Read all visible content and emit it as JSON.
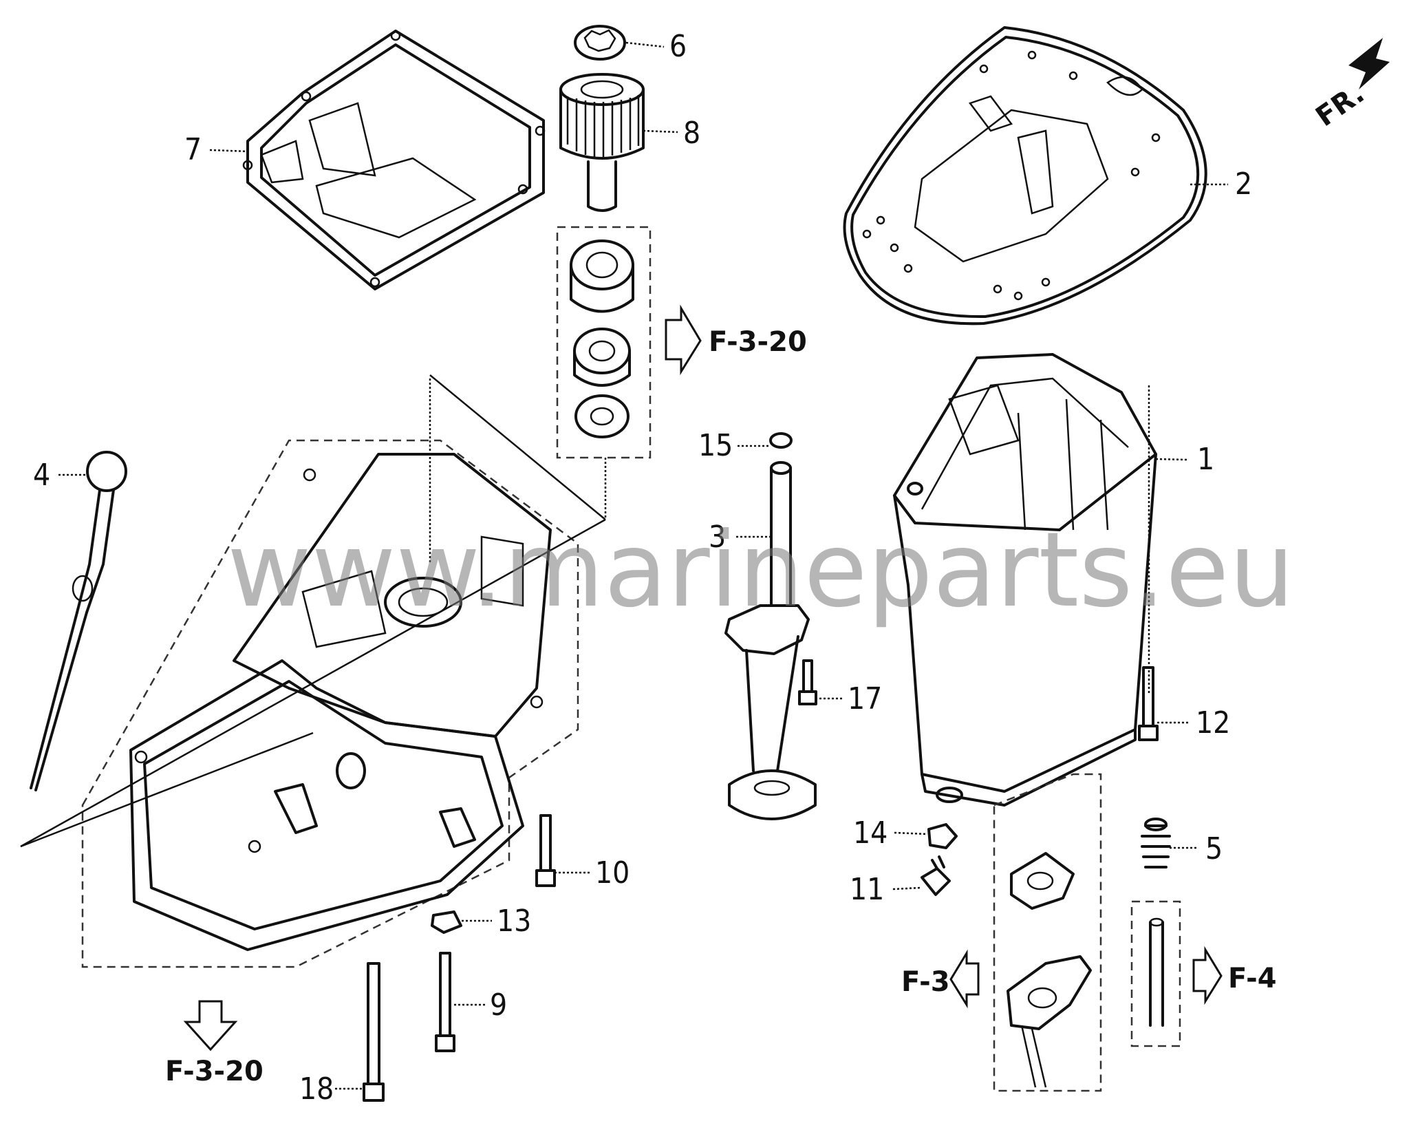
{
  "watermark": "www.marineparts.eu",
  "direction": {
    "label": "FR."
  },
  "callouts": [
    {
      "n": "1"
    },
    {
      "n": "2"
    },
    {
      "n": "3"
    },
    {
      "n": "4"
    },
    {
      "n": "5"
    },
    {
      "n": "6"
    },
    {
      "n": "7"
    },
    {
      "n": "8"
    },
    {
      "n": "9"
    },
    {
      "n": "10"
    },
    {
      "n": "11"
    },
    {
      "n": "12"
    },
    {
      "n": "13"
    },
    {
      "n": "14"
    },
    {
      "n": "15"
    },
    {
      "n": "17"
    },
    {
      "n": "18"
    }
  ],
  "references": [
    {
      "label": "F-3-20"
    },
    {
      "label": "F-3-20"
    },
    {
      "label": "F-3"
    },
    {
      "label": "F-4"
    }
  ]
}
